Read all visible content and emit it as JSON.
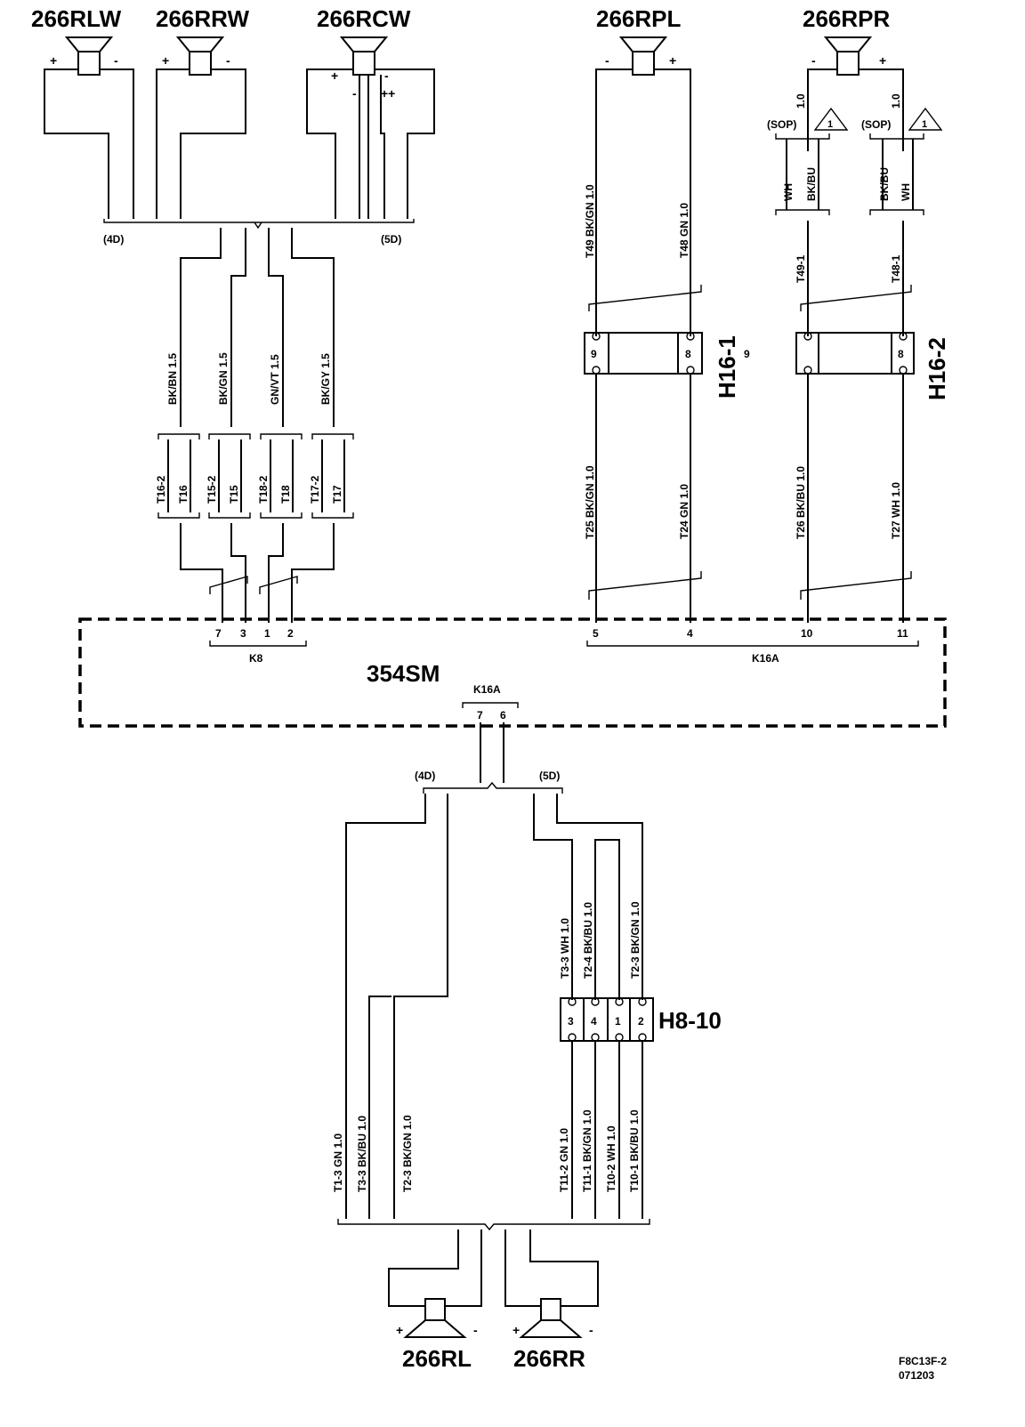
{
  "speakers": {
    "rlw": "266RLW",
    "rrw": "266RRW",
    "rcw": "266RCW",
    "rpl": "266RPL",
    "rpr": "266RPR",
    "rl": "266RL",
    "rr": "266RR"
  },
  "module": "354SM",
  "connectors": {
    "k8": "K8",
    "k16a_top": "K16A",
    "k16a_mid": "K16A",
    "h16_1": "H16-1",
    "h16_2": "H16-2",
    "h8_10": "H8-10"
  },
  "variants": {
    "d4": "(4D)",
    "d5": "(5D)",
    "d4b": "(4D)",
    "d5b": "(5D)",
    "sop": "(SOP)",
    "note": "1"
  },
  "signs": {
    "plus": "+",
    "minus": "-",
    "plusplus": "++"
  },
  "wires": {
    "bk_bn_15": "BK/BN  1.5",
    "bk_gn_15": "BK/GN  1.5",
    "gn_vt_15": "GN/VT  1.5",
    "bk_gy_15": "BK/GY  1.5",
    "t49": "T49  BK/GN  1.0",
    "t48": "T48  GN  1.0",
    "t25": "T25  BK/GN  1.0",
    "t24": "T24  GN  1.0",
    "t26": "T26  BK/BU  1.0",
    "t27": "T27  WH 1.0",
    "t49_1": "T49-1",
    "t48_1": "T48-1",
    "rpr_l_size": "1.0",
    "rpr_r_size": "1.0",
    "wh": "WH",
    "bk_bu": "BK/BU",
    "bk_bu_b": "BK/BU",
    "wh_b": "WH",
    "t16_2": "T16-2",
    "t16": "T16",
    "t15_2": "T15-2",
    "t15": "T15",
    "t18_2": "T18-2",
    "t18": "T18",
    "t17_2": "T17-2",
    "t17": "T17",
    "t3_3wh": "T3-3 WH  1.0",
    "t2_4": "T2-4  BK/BU  1.0",
    "t2_3a": "T2-3  BK/GN  1.0",
    "t1_3": "T1-3  GN  1.0",
    "t3_3": "T3-3  BK/BU  1.0",
    "t2_3b": "T2-3  BK/GN  1.0",
    "t11_2": "T11-2  GN  1.0",
    "t11_1": "T11-1  BK/GN  1.0",
    "t10_2": "T10-2  WH  1.0",
    "t10_1": "T10-1  BK/BU  1.0"
  },
  "pins": {
    "k8": [
      "7",
      "3",
      "1",
      "2"
    ],
    "k16a_a": [
      "5",
      "4",
      "10",
      "11"
    ],
    "k16a_b": [
      "7",
      "6"
    ],
    "h16_1": [
      "9",
      "8"
    ],
    "h16_1_extra": "9",
    "h16_2": [
      "8"
    ],
    "h8_10": [
      "3",
      "4",
      "1",
      "2"
    ]
  },
  "ref": {
    "code": "F8C13F-2",
    "date": "071203"
  }
}
